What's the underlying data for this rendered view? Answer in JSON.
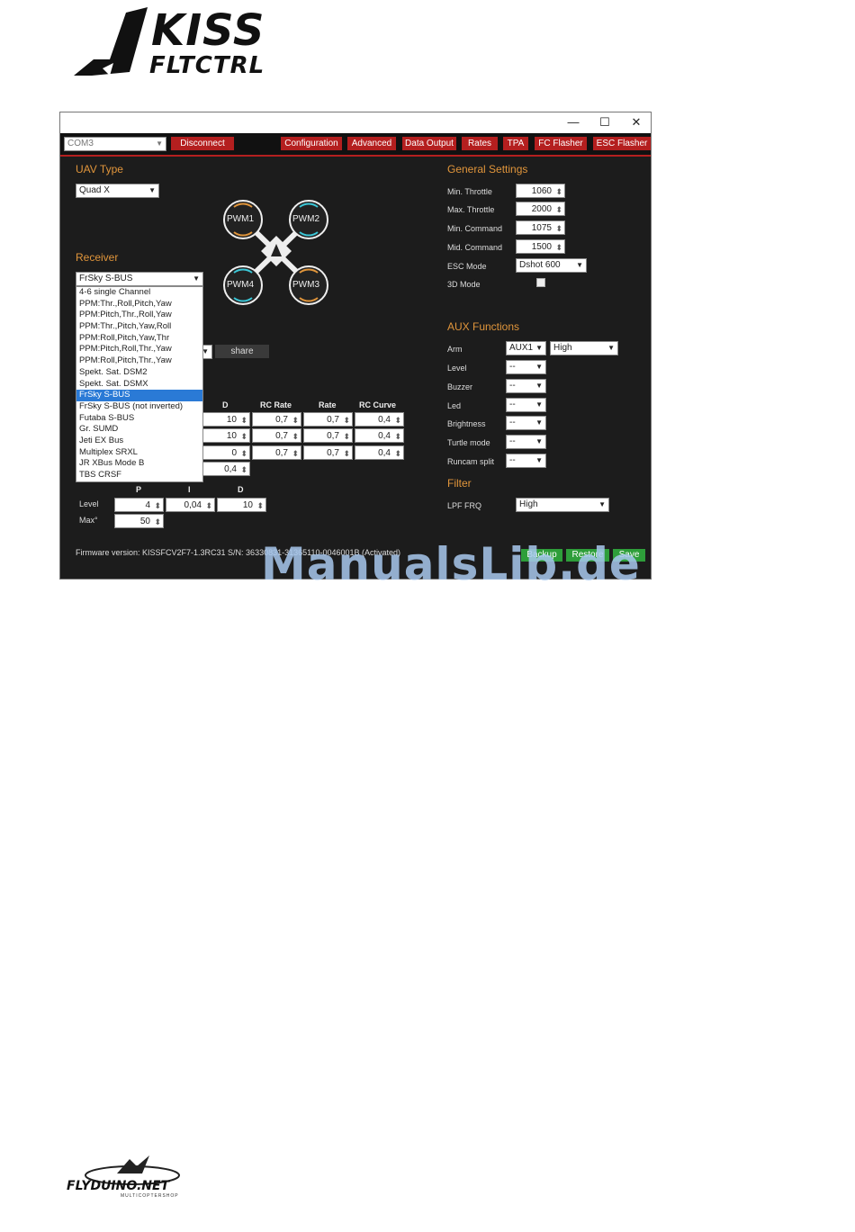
{
  "logo": {
    "line1": "KISS",
    "line2": "FLTCTRL"
  },
  "window": {
    "controls": {
      "minimize": "—",
      "maximize": "☐",
      "close": "✕"
    },
    "port_select": "COM3",
    "disconnect": "Disconnect",
    "tabs": [
      "Configuration",
      "Advanced",
      "Data Output",
      "Rates",
      "TPA",
      "FC Flasher",
      "ESC Flasher"
    ]
  },
  "uav": {
    "title": "UAV Type",
    "value": "Quad X"
  },
  "motors": [
    "PWM1",
    "PWM2",
    "PWM4",
    "PWM3"
  ],
  "receiver": {
    "title": "Receiver",
    "value": "FrSky S-BUS",
    "options": [
      "4-6 single Channel",
      "PPM:Thr.,Roll,Pitch,Yaw",
      "PPM:Pitch,Thr.,Roll,Yaw",
      "PPM:Thr.,Pitch,Yaw,Roll",
      "PPM:Roll,Pitch,Yaw,Thr",
      "PPM:Pitch,Roll,Thr.,Yaw",
      "PPM:Roll,Pitch,Thr.,Yaw",
      "Spekt. Sat. DSM2",
      "Spekt. Sat. DSMX",
      "FrSky S-BUS",
      "FrSky S-BUS (not inverted)",
      "Futaba S-BUS",
      "Gr. SUMD",
      "Jeti EX Bus",
      "Multiplex SRXL",
      "JR XBus Mode B",
      "TBS CRSF"
    ],
    "selected_index": 9
  },
  "share": "share",
  "pid": {
    "headers": [
      "D",
      "RC Rate",
      "Rate",
      "RC Curve"
    ],
    "rows": [
      [
        "10",
        "0,7",
        "0,7",
        "0,4"
      ],
      [
        "10",
        "0,7",
        "0,7",
        "0,4"
      ],
      [
        "0",
        "0,7",
        "0,7",
        "0,4"
      ]
    ],
    "extra": "0,4",
    "level_headers": [
      "P",
      "I",
      "D"
    ],
    "level_label": "Level",
    "level_values": [
      "4",
      "0,04",
      "10"
    ],
    "max_label": "Max°",
    "max_value": "50"
  },
  "general": {
    "title": "General Settings",
    "rows": [
      {
        "label": "Min. Throttle",
        "value": "1060"
      },
      {
        "label": "Max. Throttle",
        "value": "2000"
      },
      {
        "label": "Min. Command",
        "value": "1075"
      },
      {
        "label": "Mid. Command",
        "value": "1500"
      }
    ],
    "esc_label": "ESC Mode",
    "esc_value": "Dshot 600",
    "mode3d_label": "3D Mode"
  },
  "aux": {
    "title": "AUX Functions",
    "rows": [
      {
        "label": "Arm",
        "value": "AUX1",
        "extra": "High"
      },
      {
        "label": "Level",
        "value": "--"
      },
      {
        "label": "Buzzer",
        "value": "--"
      },
      {
        "label": "Led",
        "value": "--"
      },
      {
        "label": "Brightness",
        "value": "--"
      },
      {
        "label": "Turtle mode",
        "value": "--"
      },
      {
        "label": "Runcam split",
        "value": "--"
      }
    ]
  },
  "filter": {
    "title": "Filter",
    "label": "LPF FRQ",
    "value": "High"
  },
  "footer": {
    "firmware": "Firmware version: KISSFCV2F7-1.3RC31 S/N: 36330831-31365110-0046001B (Activated)",
    "backup": "Backup",
    "restore": "Restore",
    "save": "Save"
  },
  "watermark": "ManualsLib.de",
  "flyduino": {
    "name": "FLYDUINO.NET",
    "tagline": "MULTICOPTERSHOP"
  }
}
